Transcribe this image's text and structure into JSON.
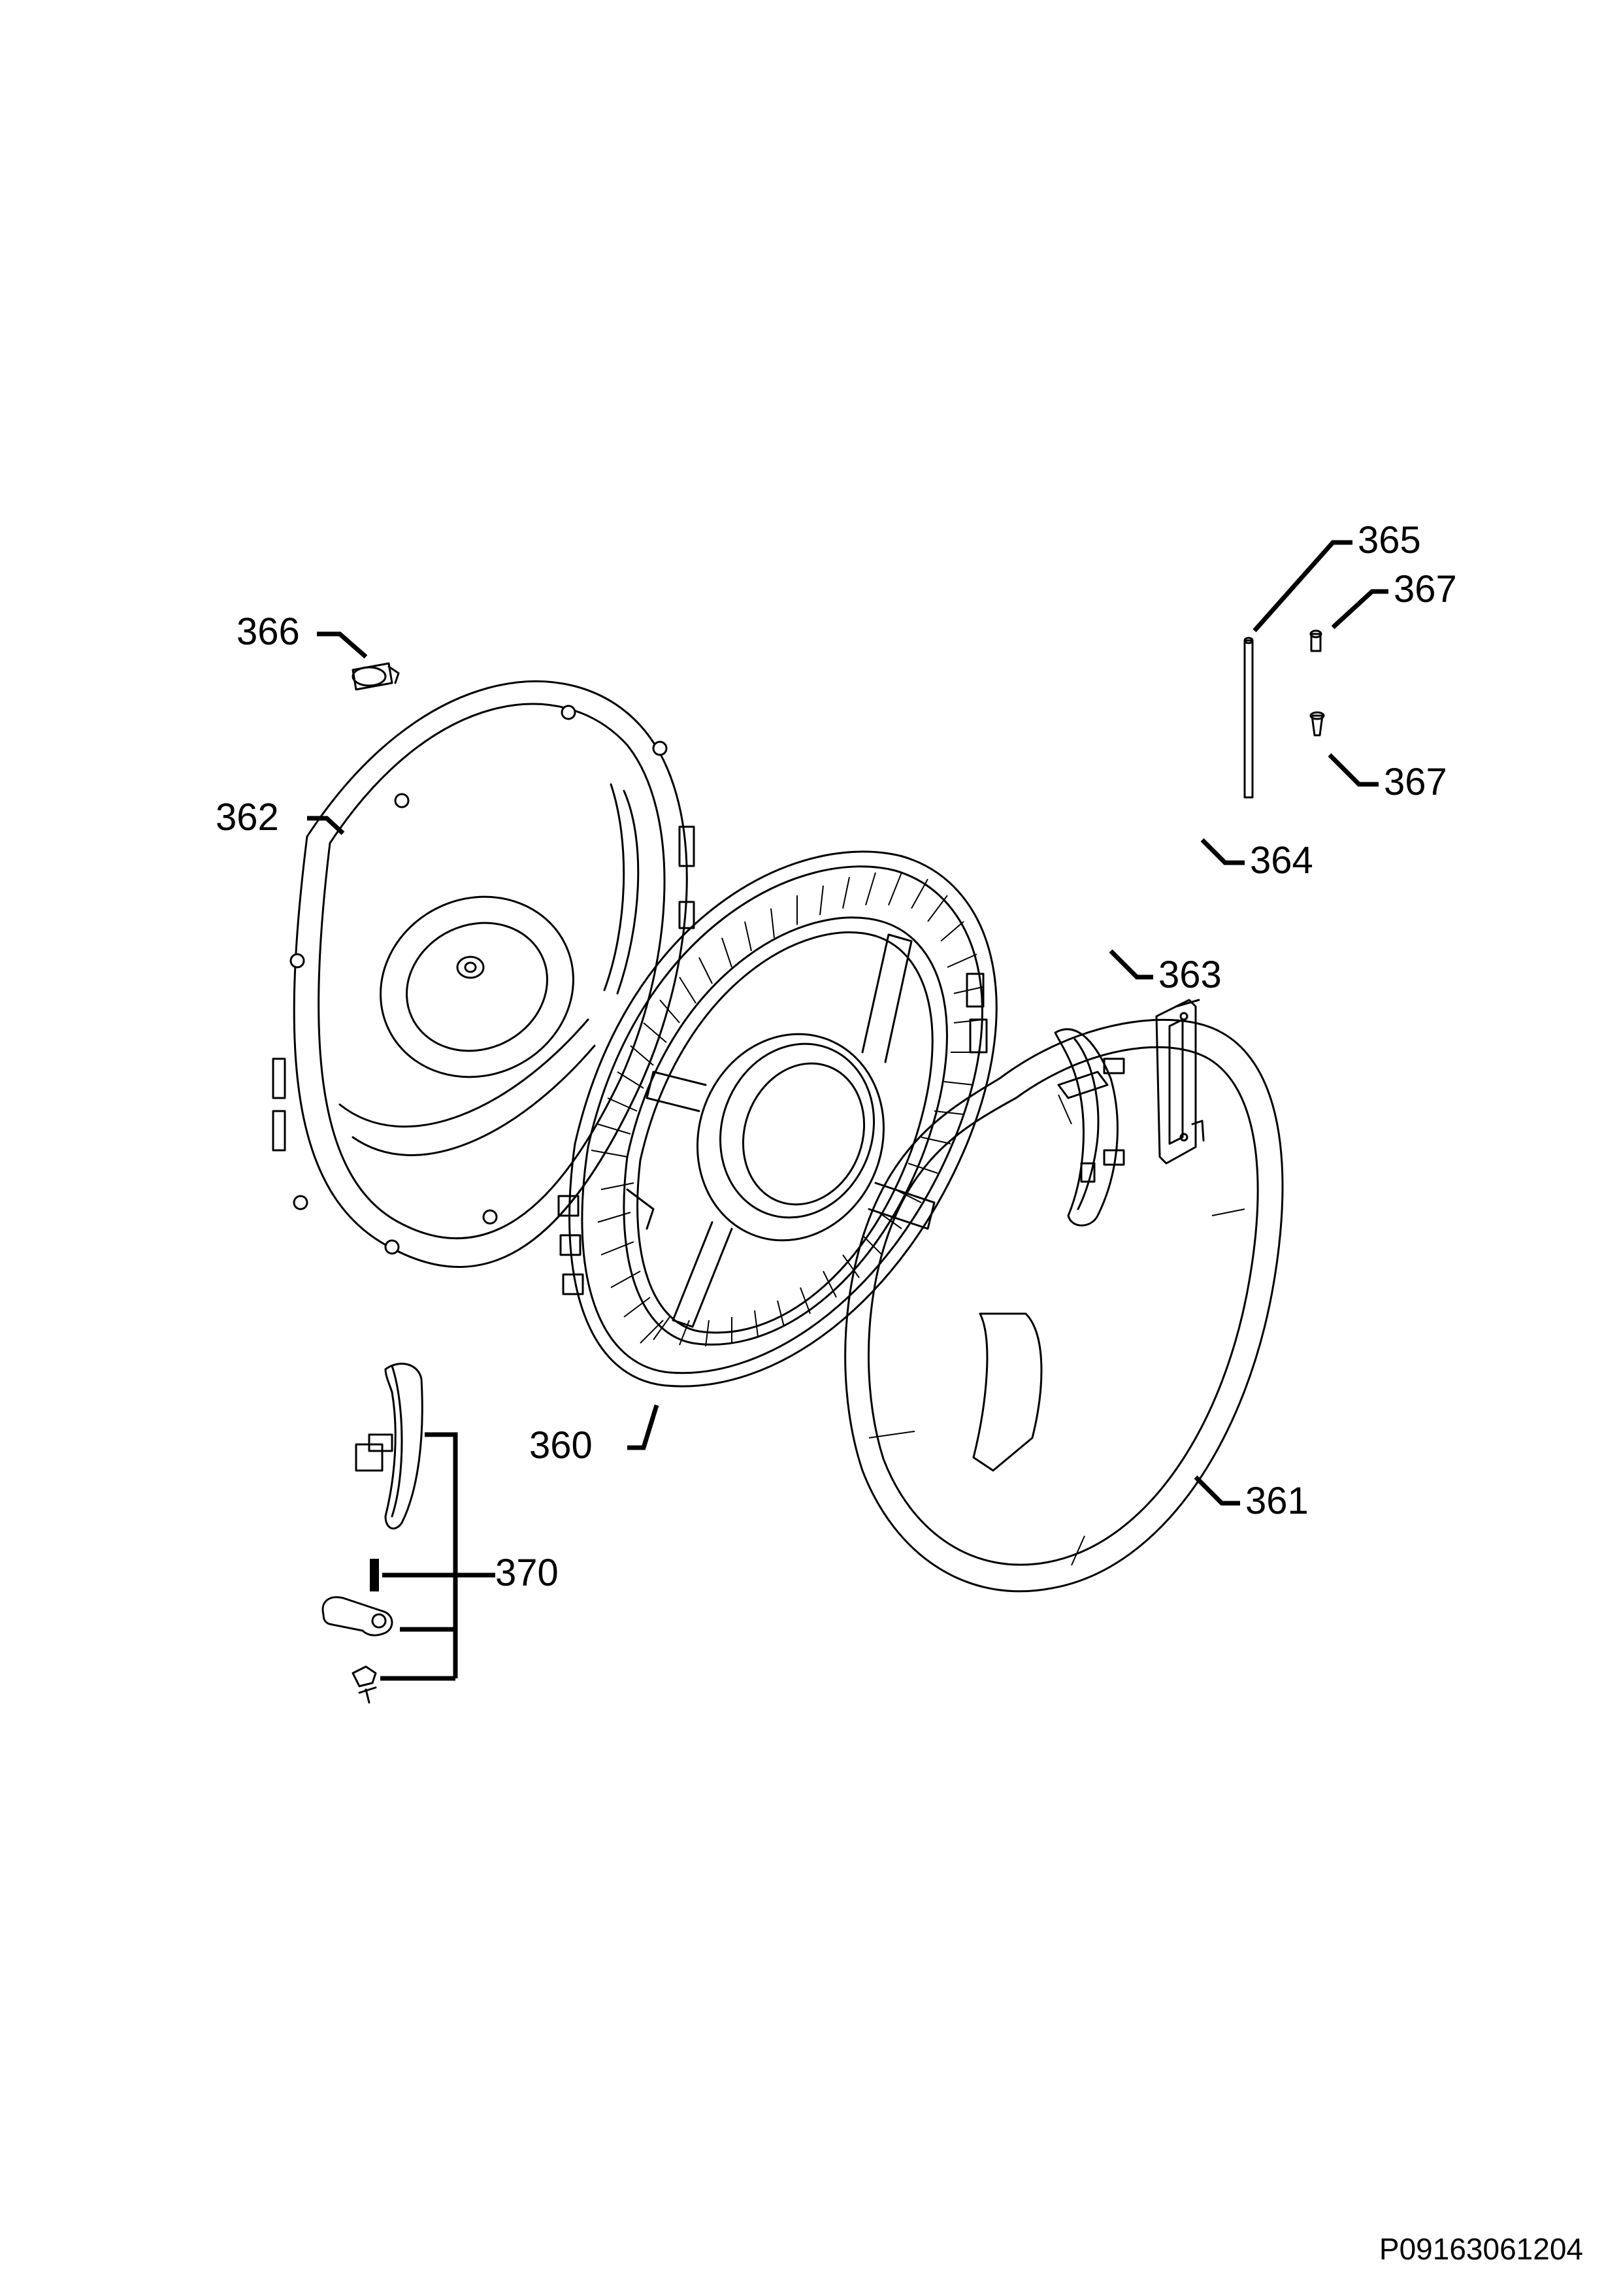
{
  "diagram": {
    "callouts": [
      {
        "id": "366",
        "label": "366"
      },
      {
        "id": "362",
        "label": "362"
      },
      {
        "id": "365",
        "label": "365"
      },
      {
        "id": "367a",
        "label": "367"
      },
      {
        "id": "367b",
        "label": "367"
      },
      {
        "id": "364",
        "label": "364"
      },
      {
        "id": "363",
        "label": "363"
      },
      {
        "id": "360",
        "label": "360"
      },
      {
        "id": "361",
        "label": "361"
      },
      {
        "id": "370",
        "label": "370"
      }
    ],
    "document_code": "P09163061204"
  }
}
